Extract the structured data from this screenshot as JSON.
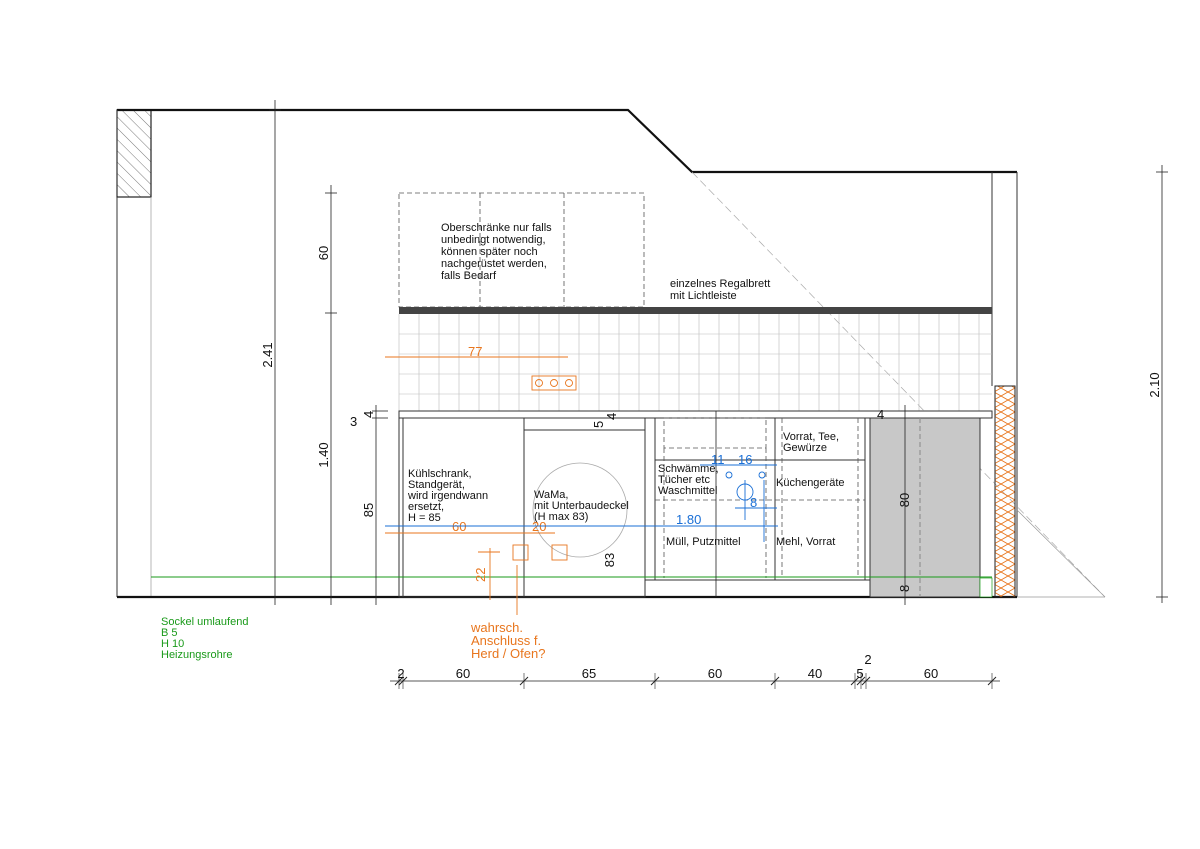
{
  "notes": {
    "upper_cabinets": [
      "Oberschränke nur falls",
      "unbedingt notwendig,",
      "können später noch",
      "nachgerüstet werden,",
      "falls Bedarf"
    ],
    "shelf": [
      "einzelnes Regalbrett",
      "mit Lichtleiste"
    ],
    "fridge": [
      "Kühlschrank,",
      "Standgerät,",
      "wird irgendwann",
      "ersetzt,",
      "H = 85"
    ],
    "washer": [
      "WaMa,",
      "mit Unterbaudeckel",
      "(H max 83)"
    ],
    "sink_top": [
      "Schwämme,",
      "Tücher etc",
      "Waschmittel"
    ],
    "sink_bottom": "Müll, Putzmittel",
    "right_top": [
      "Vorrat, Tee,",
      "Gewürze"
    ],
    "right_mid": "Küchengeräte",
    "right_bottom": "Mehl, Vorrat",
    "plinth": [
      "Sockel umlaufend",
      "B 5",
      "H 10",
      "Heizungsrohre"
    ],
    "connection": [
      "wahrsch.",
      "Anschluss f.",
      "Herd / Ofen?"
    ]
  },
  "dims": {
    "total_height": "2.41",
    "upper": "60",
    "mid": "1.40",
    "base": "85",
    "top_thk": "3",
    "top_thk2": "4",
    "right_height": "2.10",
    "backsplash_width": "77",
    "washer_gap": "5",
    "washer_h": "83",
    "orange_60": "60",
    "orange_20": "20",
    "orange_22": "22",
    "blue_11": "11",
    "blue_16": "16",
    "blue_8": "8",
    "blue_180": "1.80",
    "gray_top": "4",
    "gray_80": "80",
    "gray_8": "8",
    "bottom": [
      "2",
      "60",
      "65",
      "60",
      "40",
      "5",
      "2",
      "60"
    ]
  },
  "colors": {
    "orange": "#e8761e",
    "blue": "#1a6fd6",
    "green": "#1a9a1a",
    "gray": "#c8c8c8"
  }
}
